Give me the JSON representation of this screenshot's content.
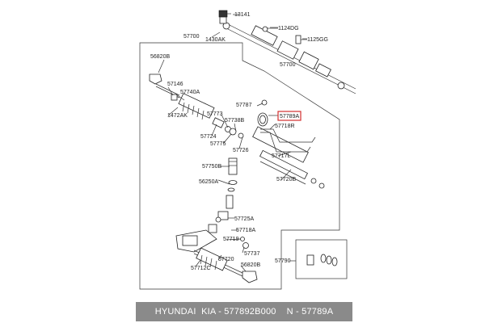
{
  "diagram": {
    "labels": {
      "l13141": "13141",
      "l1124dg": "1124DG",
      "l1430ak": "1430AK",
      "l1125gg": "1125GG",
      "l57700_top": "57700",
      "l57700_box": "57700",
      "l56820b_top": "56820B",
      "l57146": "57146",
      "l57740a": "57740A",
      "l1472ak": "1472AK",
      "l57724": "57724",
      "l57773": "57773",
      "l57738b": "57738B",
      "l57775": "57775",
      "l57726": "57726",
      "l57787": "57787",
      "l57789a": "57789A",
      "l57718r": "57718R",
      "l57717l": "57717L",
      "l57720b": "57720B",
      "l57750b": "57750B",
      "l56250a": "56250A",
      "l57725a": "57725A",
      "l57718a": "57718A",
      "l57719": "57719",
      "l57737": "57737",
      "l57720": "57720",
      "l56820b_bot": "56820B",
      "l57712c": "57712C",
      "l57790": "57790"
    },
    "highlight_color": "#d32f2f"
  },
  "caption": {
    "brand": "HYUNDAI  KIA - 577892B000",
    "number": "N - 57789A"
  }
}
